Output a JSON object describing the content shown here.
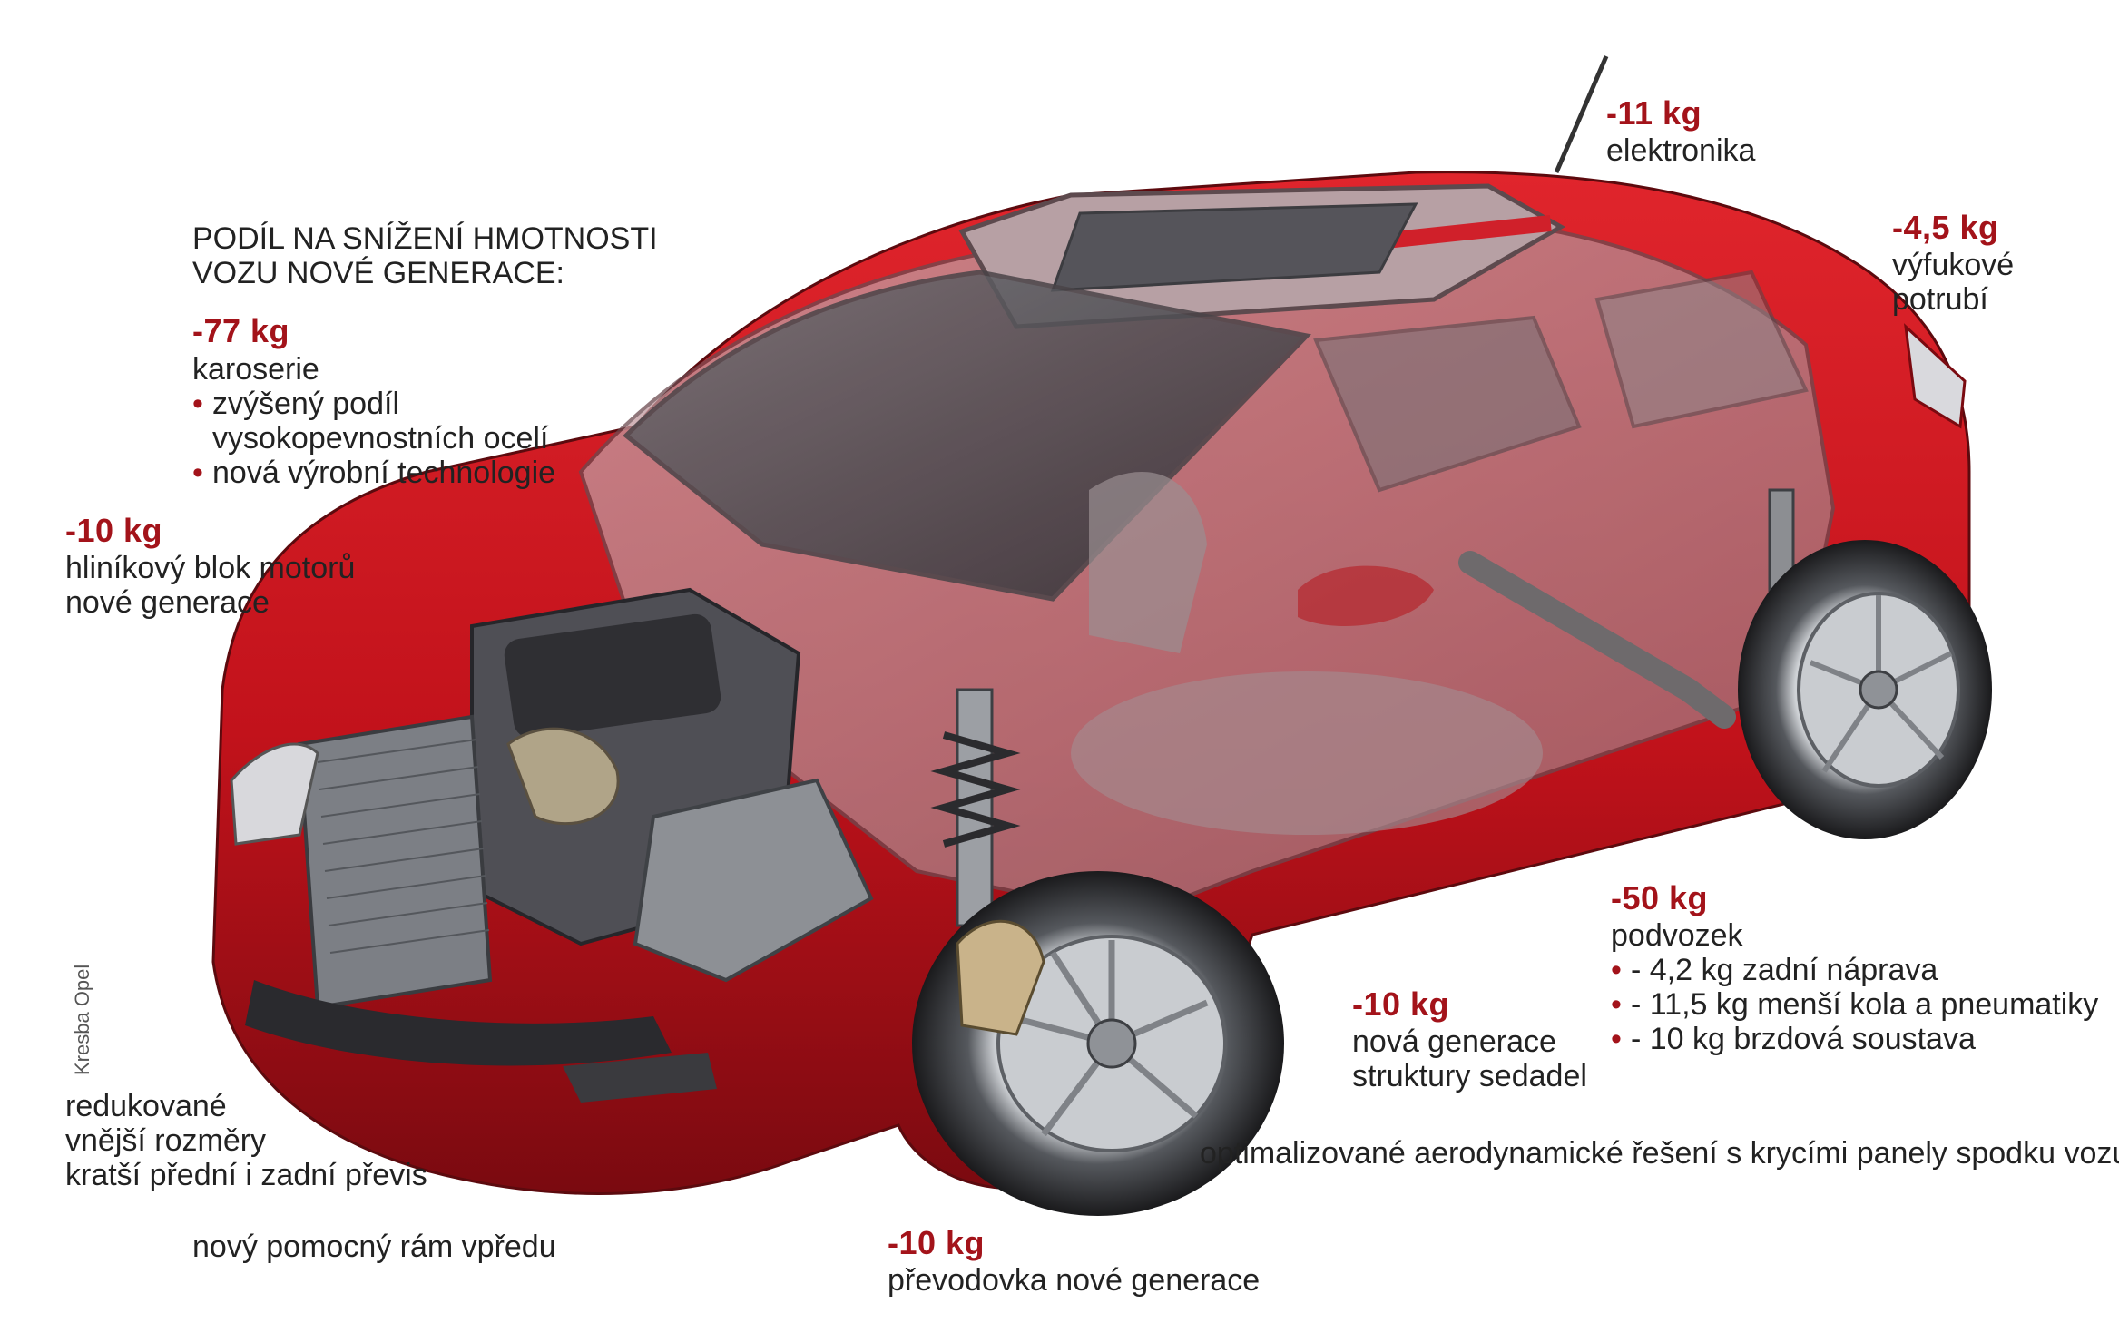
{
  "heading": {
    "line1": "PODÍL NA SNÍŽENÍ HMOTNOSTI",
    "line2": "VOZU NOVÉ GENERACE:"
  },
  "body": {
    "weight": "-77 kg",
    "label": "karoserie",
    "bullets": [
      "zvýšený podíl",
      "vysokopevnostních ocelí",
      "nová výrobní technologie"
    ]
  },
  "engine": {
    "weight": "-10 kg",
    "line1": "hliníkový blok motorů",
    "line2": "nové generace"
  },
  "electronics": {
    "weight": "-11 kg",
    "label": "elektronika"
  },
  "exhaust": {
    "weight": "-4,5 kg",
    "line1": "výfukové",
    "line2": "potrubí"
  },
  "chassis": {
    "weight": "-50 kg",
    "label": "podvozek",
    "bullets": [
      "- 4,2 kg zadní náprava",
      "- 11,5 kg menší kola a pneumatiky",
      "- 10 kg brzdová soustava"
    ]
  },
  "seats": {
    "weight": "-10 kg",
    "line1": "nová generace",
    "line2": "struktury sedadel"
  },
  "aero": {
    "label": "optimalizované aerodynamické řešení s krycími panely spodku vozu"
  },
  "dimensions": {
    "line1": "redukované",
    "line2": "vnější rozměry",
    "line3": "kratší přední i zadní převis"
  },
  "subframe": {
    "label": "nový pomocný rám vpředu"
  },
  "gearbox": {
    "weight": "-10 kg",
    "label": "převodovka nové generace"
  },
  "credit": "Kresba Opel",
  "colors": {
    "accent": "#a3131a",
    "body_red": "#c8141d",
    "frame_gray": "#8a8486"
  }
}
